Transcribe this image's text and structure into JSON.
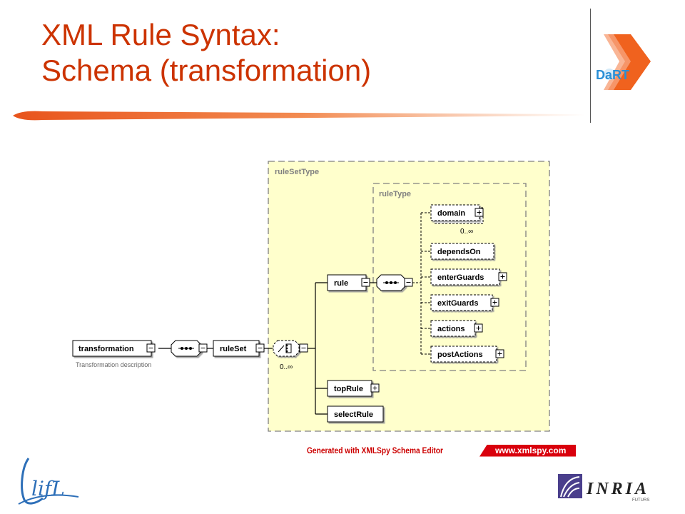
{
  "slide": {
    "title_line1": "XML Rule Syntax:",
    "title_line2": "Schema (transformation)"
  },
  "logos": {
    "dart": "DaRT",
    "ifl": "lifL",
    "inria": "INRIA",
    "inria_sub": "FUTURS"
  },
  "diagram": {
    "ruleset_type_label": "ruleSetType",
    "rule_type_label": "ruleType",
    "transformation": "transformation",
    "transformation_desc": "Transformation description",
    "ruleset": "ruleSet",
    "ruleset_cardinality": "0..∞",
    "rule": "rule",
    "top_rule": "topRule",
    "select_rule": "selectRule",
    "domain": "domain",
    "domain_cardinality": "0..∞",
    "depends_on": "dependsOn",
    "enter_guards": "enterGuards",
    "exit_guards": "exitGuards",
    "actions": "actions",
    "post_actions": "postActions"
  },
  "banner": {
    "generated": "Generated with XMLSpy Schema Editor",
    "url": "www.xmlspy.com"
  },
  "colors": {
    "title": "#cc3300",
    "container_fill": "#ffffcc",
    "container_border": "#808080",
    "banner_red": "#d9000d"
  }
}
